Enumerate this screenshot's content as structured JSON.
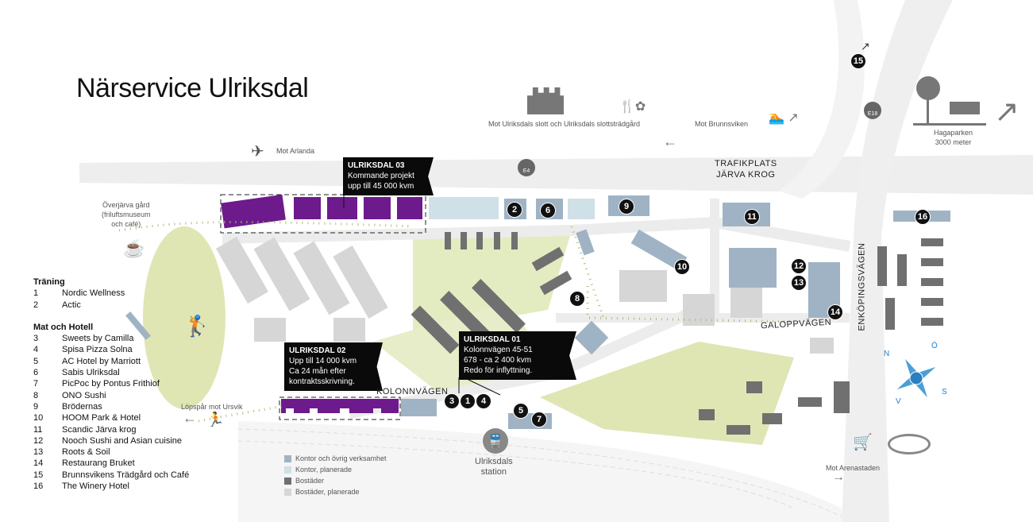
{
  "title": "Närservice Ulriksdal",
  "colors": {
    "project": "#6d1a8c",
    "kontor": "#9fb3c5",
    "kontor_planerade": "#cfe0e6",
    "bostader": "#707070",
    "bostader_planerade": "#d6d6d6",
    "park": "#dfe6b4",
    "road": "#ececec",
    "marker": "#111111"
  },
  "categories": [
    {
      "heading": "Träning",
      "items": [
        {
          "num": "1",
          "name": "Nordic Wellness"
        },
        {
          "num": "2",
          "name": "Actic"
        }
      ]
    },
    {
      "heading": "Mat och Hotell",
      "items": [
        {
          "num": "3",
          "name": "Sweets by Camilla"
        },
        {
          "num": "4",
          "name": "Spisa Pizza Solna"
        },
        {
          "num": "5",
          "name": "AC Hotel by Marriott"
        },
        {
          "num": "6",
          "name": "Sabis Ulriksdal"
        },
        {
          "num": "7",
          "name": "PicPoc by Pontus Frithiof"
        },
        {
          "num": "8",
          "name": "ONO Sushi"
        },
        {
          "num": "9",
          "name": "Brödernas"
        },
        {
          "num": "10",
          "name": "HOOM Park & Hotel"
        },
        {
          "num": "11",
          "name": "Scandic Järva krog"
        },
        {
          "num": "12",
          "name": "Nooch Sushi and Asian cuisine"
        },
        {
          "num": "13",
          "name": "Roots & Soil"
        },
        {
          "num": "14",
          "name": "Restaurang Bruket"
        },
        {
          "num": "15",
          "name": "Brunnsvikens Trädgård och Café"
        },
        {
          "num": "16",
          "name": "The Winery Hotel"
        }
      ]
    }
  ],
  "callouts": {
    "u03": {
      "title": "ULRIKSDAL 03",
      "lines": [
        "Kommande projekt",
        "upp till 45 000 kvm"
      ]
    },
    "u02": {
      "title": "ULRIKSDAL 02",
      "lines": [
        "Upp till 14 000 kvm",
        "Ca  24 mån efter",
        "kontraktsskrivning."
      ]
    },
    "u01": {
      "title": "ULRIKSDAL 01",
      "lines": [
        "Kolonnvägen 45-51",
        "678 -  ca 2 400 kvm",
        "Redo för inflyttning."
      ]
    }
  },
  "places": {
    "arlanda": "Mot Arlanda",
    "overjarva": [
      "Överjärva gård",
      "(friluftsmuseum",
      "och café)"
    ],
    "slott": "Mot Ulriksdals slott och Ulriksdals slottsträdgård",
    "brunnsviken": "Mot Brunnsviken",
    "hagaparken": [
      "Hagaparken",
      "3000 meter"
    ],
    "trafikplats": [
      "TRAFIKPLATS",
      "JÄRVA KROG"
    ],
    "lopspar": "Löpspår mot Ursvik",
    "station": [
      "Ulriksdals",
      "station"
    ],
    "arenastaden": "Mot Arenastaden",
    "e4": "E4",
    "e18": "E18"
  },
  "roads": {
    "kolonnvagen": "KOLONNVÄGEN",
    "galoppvagen": "GALOPPVÄGEN",
    "enkopingsvagen": "ENKÖPINGSVÄGEN"
  },
  "compass": {
    "n": "N",
    "o": "Ö",
    "s": "S",
    "v": "V"
  },
  "legend": [
    {
      "label": "Kontor och övrig verksamhet",
      "color": "#9fb3c5"
    },
    {
      "label": "Kontor, planerade",
      "color": "#cfe0e6"
    },
    {
      "label": "Bostäder",
      "color": "#707070"
    },
    {
      "label": "Bostäder, planerade",
      "color": "#d6d6d6"
    }
  ]
}
